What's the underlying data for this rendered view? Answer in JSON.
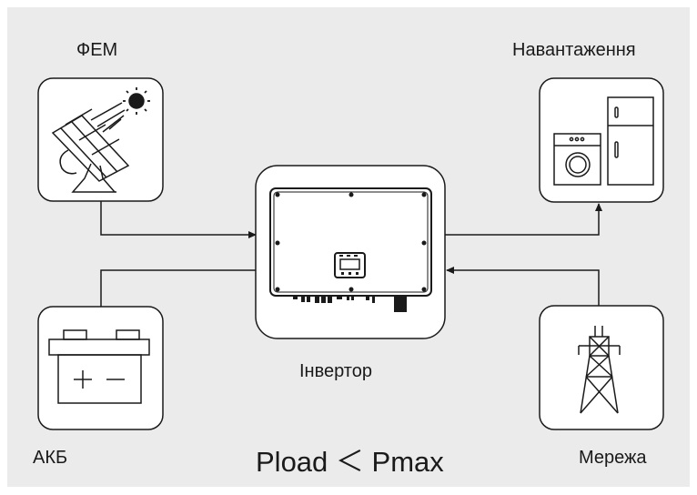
{
  "labels": {
    "pv": "ФЕМ",
    "load": "Навантаження",
    "battery": "АКБ",
    "grid": "Мережа",
    "inverter": "Інвертор"
  },
  "formula": "Pload ＜ Pmax",
  "icons": {
    "pv": "solar-panel-sun-icon",
    "load": "washing-machine-refrigerator-icon",
    "battery": "battery-icon",
    "grid": "transmission-tower-icon",
    "inverter": "inverter-icon"
  },
  "colors": {
    "background": "#ebebeb",
    "stroke": "#1a1a1a",
    "box_fill": "#ffffff"
  }
}
